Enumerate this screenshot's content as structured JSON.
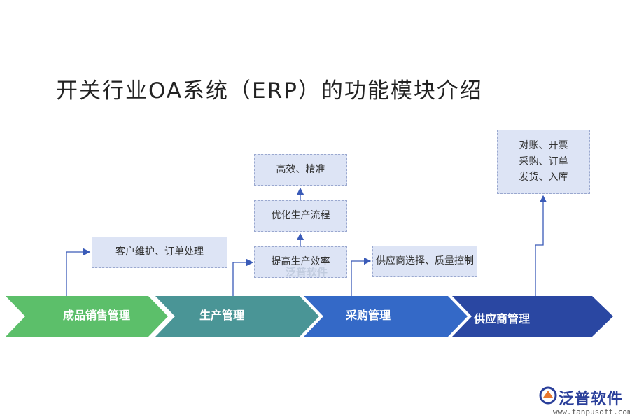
{
  "title": "开关行业OA系统（ERP）的功能模块介绍",
  "stages": [
    {
      "label": "成品销售管理",
      "color": "#5cbf6a"
    },
    {
      "label": "生产管理",
      "color": "#4a9596"
    },
    {
      "label": "采购管理",
      "color": "#3469c7"
    },
    {
      "label": "供应商管理",
      "color": "#2a47a2"
    }
  ],
  "boxes": {
    "sales": "客户维护、订单处理",
    "prod_efficiency": "提高生产效率",
    "prod_optimize": "优化生产流程",
    "prod_precise": "高效、精准",
    "purchase": "供应商选择、质量控制",
    "supplier_lines": [
      "对账、开票",
      "采购、订单",
      "发货、入库"
    ]
  },
  "watermark": "泛普软件",
  "logo": {
    "name": "泛普软件",
    "url": "www.fanpusoft.com"
  }
}
